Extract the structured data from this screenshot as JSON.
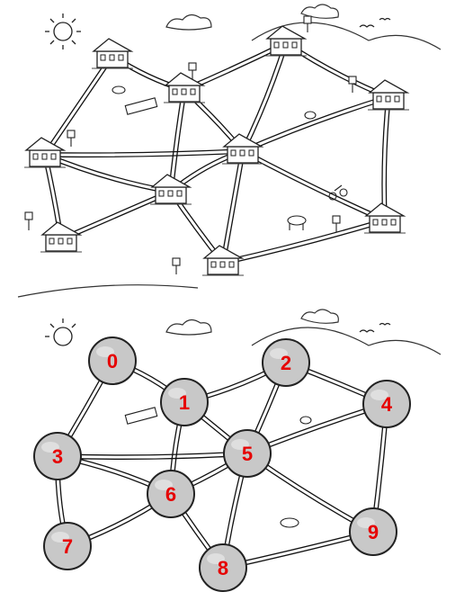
{
  "diagram": {
    "top_panel": {
      "nodes": [
        {
          "id": "house-0"
        },
        {
          "id": "house-1"
        },
        {
          "id": "house-2"
        },
        {
          "id": "house-3"
        },
        {
          "id": "house-4"
        },
        {
          "id": "house-5"
        },
        {
          "id": "house-6"
        },
        {
          "id": "house-7"
        },
        {
          "id": "house-8"
        },
        {
          "id": "house-9"
        }
      ]
    },
    "bottom_panel": {
      "nodes": [
        {
          "id": "n0",
          "label": "0"
        },
        {
          "id": "n1",
          "label": "1"
        },
        {
          "id": "n2",
          "label": "2"
        },
        {
          "id": "n3",
          "label": "3"
        },
        {
          "id": "n4",
          "label": "4"
        },
        {
          "id": "n5",
          "label": "5"
        },
        {
          "id": "n6",
          "label": "6"
        },
        {
          "id": "n7",
          "label": "7"
        },
        {
          "id": "n8",
          "label": "8"
        },
        {
          "id": "n9",
          "label": "9"
        }
      ]
    },
    "edges": [
      [
        "0",
        "1"
      ],
      [
        "0",
        "3"
      ],
      [
        "1",
        "2"
      ],
      [
        "1",
        "5"
      ],
      [
        "2",
        "4"
      ],
      [
        "2",
        "5"
      ],
      [
        "3",
        "6"
      ],
      [
        "3",
        "7"
      ],
      [
        "4",
        "5"
      ],
      [
        "4",
        "9"
      ],
      [
        "5",
        "6"
      ],
      [
        "5",
        "8"
      ],
      [
        "5",
        "9"
      ],
      [
        "6",
        "7"
      ],
      [
        "6",
        "8"
      ],
      [
        "8",
        "9"
      ],
      [
        "1",
        "6"
      ],
      [
        "3",
        "5"
      ]
    ],
    "colors": {
      "node_fill": "#c8c8c8",
      "node_stroke": "#222222",
      "label": "#e60000",
      "road": "#111111"
    }
  }
}
